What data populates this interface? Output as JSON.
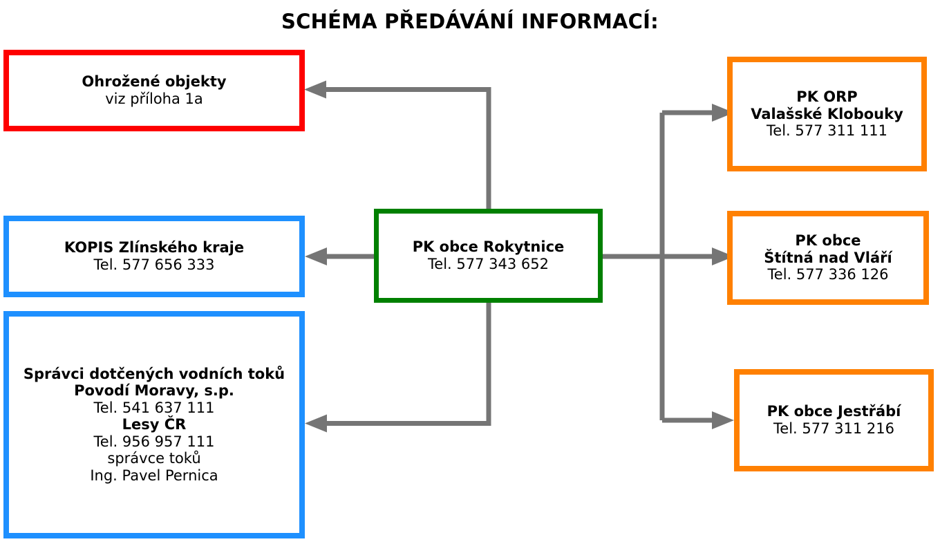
{
  "title": "SCHÉMA PŘEDÁVÁNÍ INFORMACÍ:",
  "colors": {
    "red": "#fe0000",
    "blue": "#1e90ff",
    "green": "#008000",
    "orange": "#ff8001",
    "connector": "#757575",
    "text": "#000000",
    "background": "#ffffff"
  },
  "nodes": {
    "ohrozene_objekty": {
      "name": "Ohrožené objekty",
      "border_color": "#fe0000",
      "lines": [
        {
          "text": "Ohrožené objekty",
          "bold": true
        },
        {
          "text": "viz příloha 1a",
          "bold": false
        }
      ]
    },
    "kopis": {
      "name": "KOPIS Zlínského kraje",
      "border_color": "#1e90ff",
      "lines": [
        {
          "text": "KOPIS Zlínského kraje",
          "bold": true
        },
        {
          "text": "Tel. 577 656 333",
          "bold": false
        }
      ]
    },
    "spravci": {
      "name": "Správci dotčených vodních toků",
      "border_color": "#1e90ff",
      "lines": [
        {
          "text": "Správci dotčených vodních toků",
          "bold": true
        },
        {
          "text": "Povodí Moravy, s.p.",
          "bold": true
        },
        {
          "text": "Tel. 541 637 111",
          "bold": false
        },
        {
          "text": "Lesy ČR",
          "bold": true
        },
        {
          "text": "Tel. 956 957 111",
          "bold": false
        },
        {
          "text": "správce toků",
          "bold": false
        },
        {
          "text": "Ing. Pavel Pernica",
          "bold": false
        }
      ]
    },
    "pk_rokytnice": {
      "name": "PK obce Rokytnice",
      "border_color": "#008000",
      "lines": [
        {
          "text": "PK obce Rokytnice",
          "bold": true
        },
        {
          "text": "Tel. 577 343 652",
          "bold": false
        }
      ]
    },
    "pk_orp": {
      "name": "PK ORP Valašské Klobouky",
      "border_color": "#ff8001",
      "lines": [
        {
          "text": "PK ORP",
          "bold": true
        },
        {
          "text": "Valašské Klobouky",
          "bold": true
        },
        {
          "text": "Tel. 577 311 111",
          "bold": false
        }
      ]
    },
    "pk_stitna": {
      "name": "PK obce Štítná nad Vláří",
      "border_color": "#ff8001",
      "lines": [
        {
          "text": "PK obce",
          "bold": true
        },
        {
          "text": "Štítná nad Vláří",
          "bold": true
        },
        {
          "text": "Tel. 577 336 126",
          "bold": false
        }
      ]
    },
    "pk_jestrabi": {
      "name": "PK obce Jestřábí",
      "border_color": "#ff8001",
      "lines": [
        {
          "text": "PK obce Jestřábí",
          "bold": true
        },
        {
          "text": "Tel. 577 311 216",
          "bold": false
        }
      ]
    }
  },
  "connectors": [
    {
      "from": "pk_rokytnice",
      "to": "ohrozene_objekty",
      "direction": "up-left",
      "arrow": true
    },
    {
      "from": "pk_rokytnice",
      "to": "kopis",
      "direction": "left",
      "arrow": true
    },
    {
      "from": "pk_rokytnice",
      "to": "spravci",
      "direction": "down-left",
      "arrow": true
    },
    {
      "from": "pk_rokytnice",
      "to": "pk_orp",
      "direction": "right-up",
      "arrow": true
    },
    {
      "from": "pk_rokytnice",
      "to": "pk_stitna",
      "direction": "right",
      "arrow": true
    },
    {
      "from": "pk_rokytnice",
      "to": "pk_jestrabi",
      "direction": "right-down",
      "arrow": true
    }
  ]
}
